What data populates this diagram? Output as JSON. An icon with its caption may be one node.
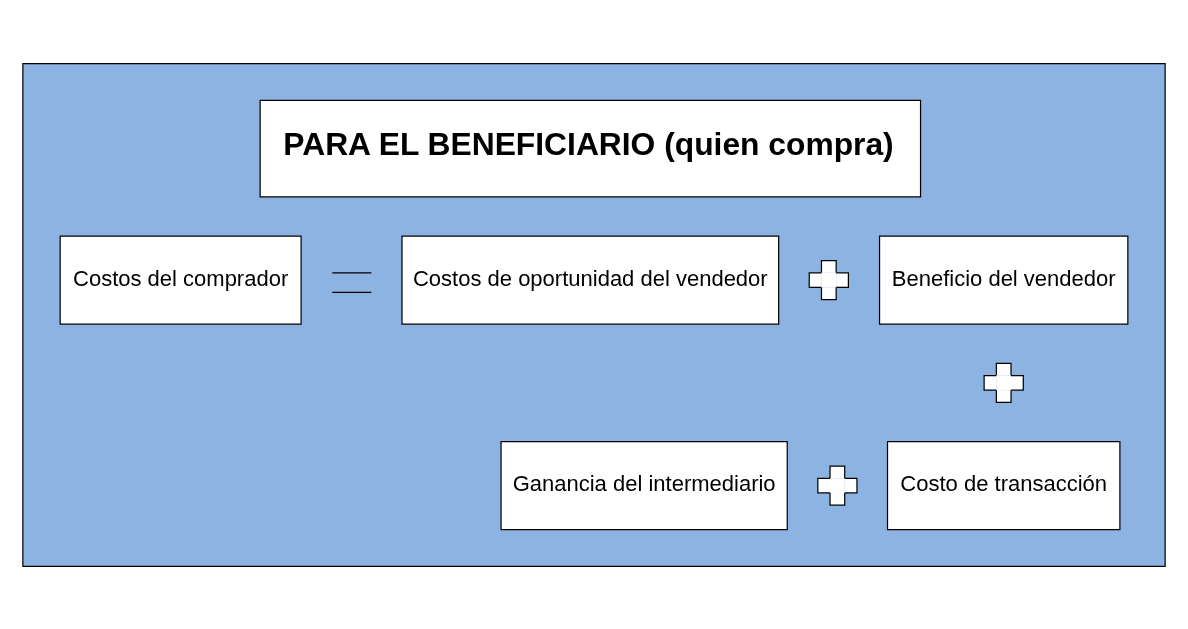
{
  "diagram": {
    "nodes": [
      {
        "text": [],
        "shape": "box"
      },
      {
        "text": [
          "PARA EL BENEFICIARIO (quien compra)"
        ],
        "in": 0
      },
      {
        "text": [
          "Costos del comprador"
        ],
        "in": 0
      },
      {
        "text": [],
        "shape": "equals",
        "in": 0
      },
      {
        "text": [
          "Costos de oportunidad del vendedor"
        ],
        "in": 0
      },
      {
        "text": [],
        "shape": "plus",
        "in": 0
      },
      {
        "text": [
          "Beneficio del vendedor"
        ],
        "in": 0
      },
      {
        "text": [],
        "shape": "plus",
        "in": 0
      },
      {
        "text": [
          "Ganancia del intermediario"
        ],
        "in": 0
      },
      {
        "text": [],
        "shape": "plus",
        "in": 0
      },
      {
        "text": [
          "Costo de transacción"
        ],
        "in": 0
      }
    ]
  }
}
